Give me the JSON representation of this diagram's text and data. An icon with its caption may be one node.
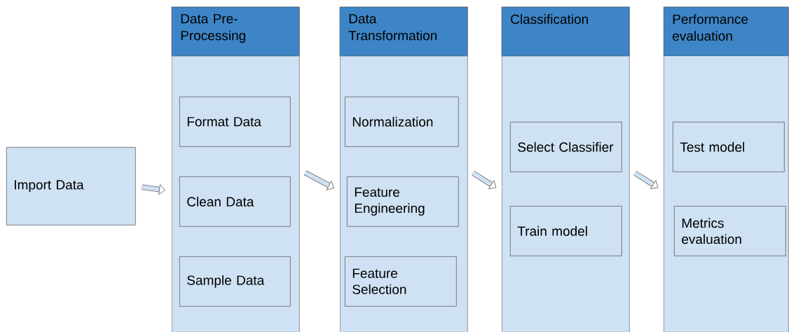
{
  "diagram": {
    "nodes": [
      {
        "text": [
          "Import Data"
        ]
      },
      {
        "text": [
          "Data Pre-Processing"
        ]
      },
      {
        "text": [
          "Format Data"
        ],
        "in": 1
      },
      {
        "text": [
          "Clean Data"
        ],
        "in": 1
      },
      {
        "text": [
          "Sample Data"
        ],
        "in": 1
      },
      {
        "text": [
          "Data Transformation"
        ]
      },
      {
        "text": [
          "Normalization"
        ],
        "in": 5
      },
      {
        "text": [
          "Feature Engineering"
        ],
        "in": 5
      },
      {
        "text": [
          "Feature Selection"
        ],
        "in": 5
      },
      {
        "text": [
          "Classification"
        ]
      },
      {
        "text": [
          "Select Classifier"
        ],
        "in": 9
      },
      {
        "text": [
          "Train model"
        ],
        "in": 9
      },
      {
        "text": [
          "Performance evaluation"
        ]
      },
      {
        "text": [
          "Test model"
        ],
        "in": 12
      },
      {
        "text": [
          "Metrics evaluation"
        ],
        "in": 12
      }
    ],
    "edges": [
      {
        "from": 0,
        "to": 1,
        "arrow": "to"
      },
      {
        "from": 1,
        "to": 5,
        "arrow": "to"
      },
      {
        "from": 5,
        "to": 9,
        "arrow": "to"
      },
      {
        "from": 9,
        "to": 12,
        "arrow": "to"
      }
    ]
  }
}
